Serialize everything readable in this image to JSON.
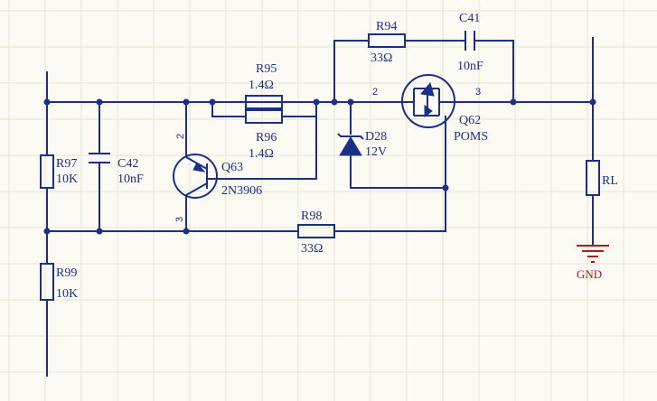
{
  "schematic": {
    "components": {
      "R94": {
        "ref": "R94",
        "value": "33Ω"
      },
      "C41": {
        "ref": "C41",
        "value": "10nF"
      },
      "R95": {
        "ref": "R95",
        "value": "1.4Ω"
      },
      "R96": {
        "ref": "R96",
        "value": "1.4Ω"
      },
      "R97": {
        "ref": "R97",
        "value": "10K"
      },
      "C42": {
        "ref": "C42",
        "value": "10nF"
      },
      "Q63": {
        "ref": "Q63",
        "value": "2N3906"
      },
      "R98": {
        "ref": "R98",
        "value": "33Ω"
      },
      "R99": {
        "ref": "R99",
        "value": "10K"
      },
      "D28": {
        "ref": "D28",
        "value": "12V"
      },
      "Q62": {
        "ref": "Q62",
        "value": "POMS"
      },
      "RL": {
        "ref": "RL"
      },
      "GND": {
        "ref": "GND"
      }
    },
    "pins": {
      "q63_emitter": "2",
      "q63_collector": "3",
      "q62_drain": "2",
      "q62_source": "3"
    },
    "colors": {
      "wire": "#1c2f86",
      "ground": "#b0181c",
      "background": "#fbfaf3"
    }
  }
}
